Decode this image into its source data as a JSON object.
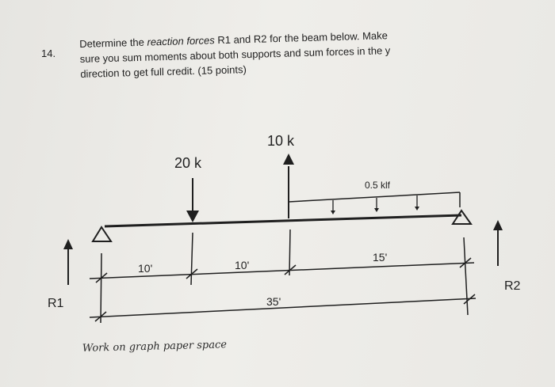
{
  "question": {
    "number": "14.",
    "line1_a": "Determine the ",
    "line1_em": "reaction forces",
    "line1_b": " R1 and R2 for the beam below. Make",
    "line2": "sure you sum moments about both supports and sum forces in the y",
    "line3": "direction to get full credit. (15 points)"
  },
  "diagram": {
    "load_20": "20 k",
    "load_10": "10 k",
    "distributed": "0.5 klf",
    "dim_a": "10'",
    "dim_b": "10'",
    "dim_c": "15'",
    "dim_total": "35'",
    "r1": "R1",
    "r2": "R2",
    "handwritten_note": "Work on graph paper space"
  },
  "colors": {
    "ink": "#1f1f1f",
    "paper": "#ecebe7"
  }
}
